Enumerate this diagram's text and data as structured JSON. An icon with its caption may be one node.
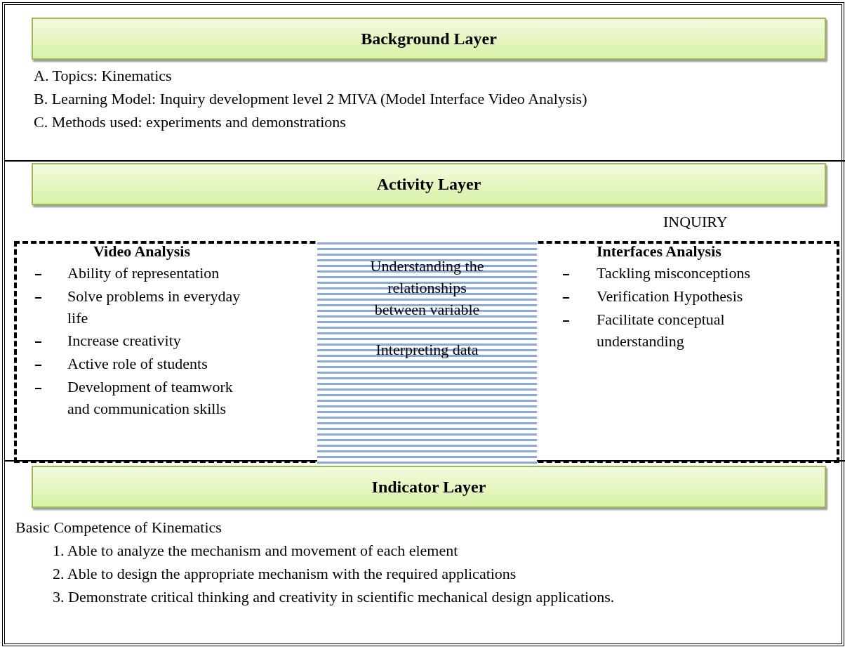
{
  "diagram": {
    "nodes": [
      {
        "text": [
          "Background Layer"
        ]
      },
      {
        "text": [
          "Activity Layer"
        ]
      },
      {
        "text": [
          "INQUIRY"
        ]
      },
      {
        "text": [
          "Understanding the relationships between variable",
          "Interpreting data"
        ],
        "in": 2
      },
      {
        "text": [
          "Indicator Layer"
        ]
      }
    ],
    "labels": [
      "A. Topics: Kinematics",
      "B. Learning Model: Inquiry development level 2 MIVA (Model Interface Video Analysis)",
      "C. Methods used: experiments and demonstrations",
      "Video Analysis",
      "Ability of representation",
      "Solve problems in everyday life",
      "Increase creativity",
      "Active role of students",
      "Development of teamwork and communication skills",
      "Interfaces Analysis",
      "Tackling misconceptions",
      "Verification Hypothesis",
      "Facilitate conceptual understanding",
      "Basic Competence of Kinematics",
      "1. Able to analyze the mechanism and movement of each element",
      "2. Able to design the appropriate mechanism with the required applications",
      "3. Demonstrate critical thinking and creativity in scientific mechanical design applications."
    ]
  }
}
